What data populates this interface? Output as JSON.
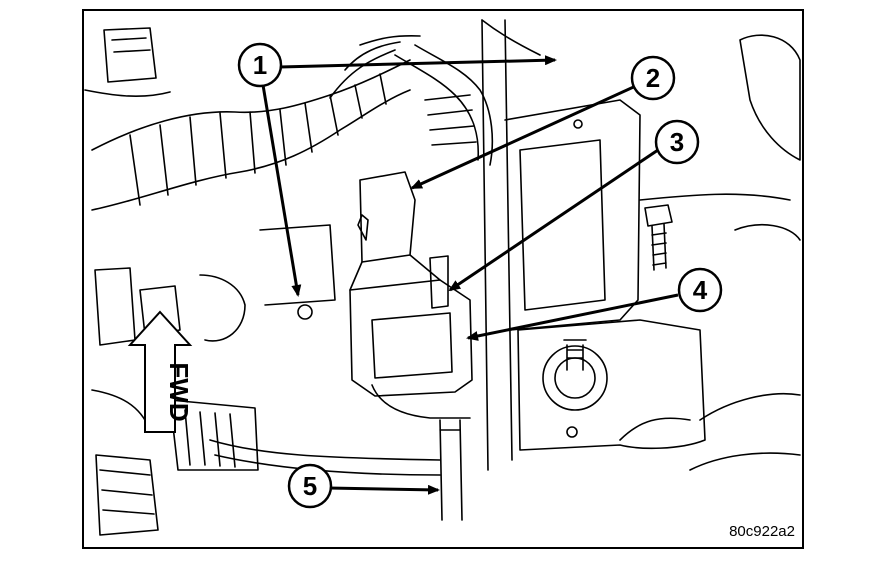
{
  "figure": {
    "callouts": [
      "1",
      "2",
      "3",
      "4",
      "5"
    ],
    "direction_label": "FWD",
    "figure_code": "80c922a2"
  }
}
